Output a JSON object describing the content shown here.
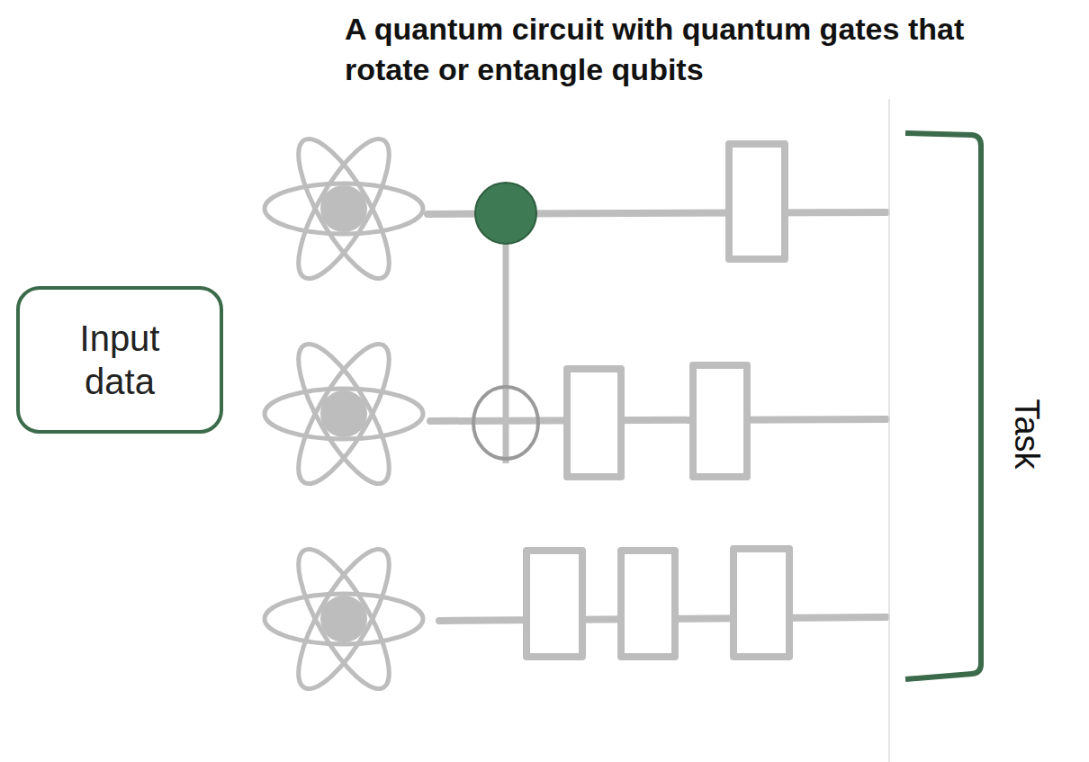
{
  "diagram": {
    "title": "A quantum circuit with quantum gates that rotate or entangle qubits",
    "nodes": [
      {
        "text": [
          "Input data"
        ]
      }
    ],
    "labels": [
      "Task"
    ]
  }
}
